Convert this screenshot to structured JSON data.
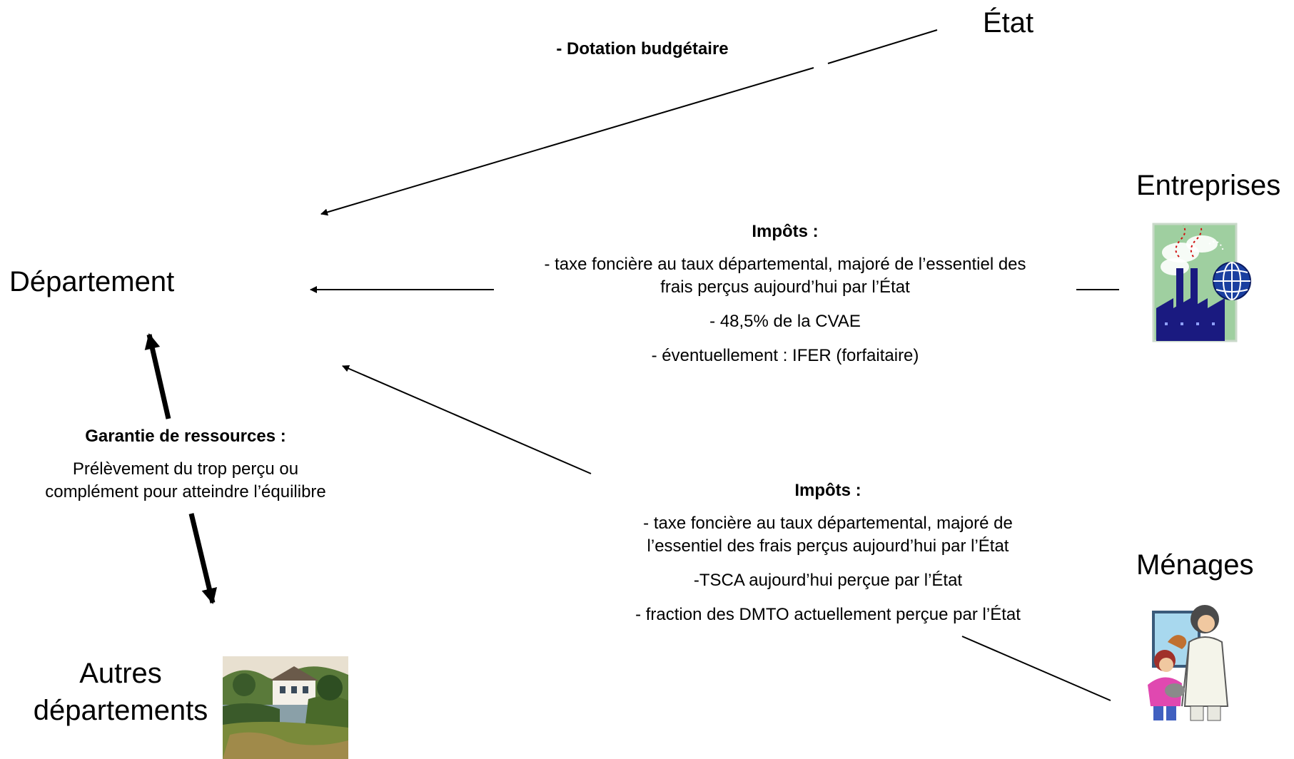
{
  "nodes": {
    "etat": "État",
    "entreprises": "Entreprises",
    "departement": "Département",
    "menages": "Ménages",
    "autres_l1": "Autres",
    "autres_l2": "départements"
  },
  "flows": {
    "etat": {
      "label": "- Dotation budgétaire"
    },
    "entreprises": {
      "title": "Impôts :",
      "line1": "- taxe foncière au taux départemental, majoré de l’essentiel des",
      "line2": "frais perçus aujourd’hui par l’État",
      "line3": "- 48,5% de la CVAE",
      "line4": "- éventuellement : IFER (forfaitaire)"
    },
    "menages": {
      "title": "Impôts :",
      "line1": "- taxe foncière au taux départemental, majoré de",
      "line2": "l’essentiel des frais perçus aujourd’hui par l’État",
      "line3": "-TSCA aujourd’hui perçue par l’État",
      "line4": "- fraction des DMTO actuellement perçue par l’État"
    },
    "garantie": {
      "title": "Garantie de ressources :",
      "line1": "Prélèvement du trop perçu ou",
      "line2": "complément pour atteindre l’équilibre"
    }
  },
  "icons": {
    "entreprises": "factory-globe-clipart",
    "menages": "people-with-pet-clipart",
    "autres": "countryside-house-photo"
  }
}
